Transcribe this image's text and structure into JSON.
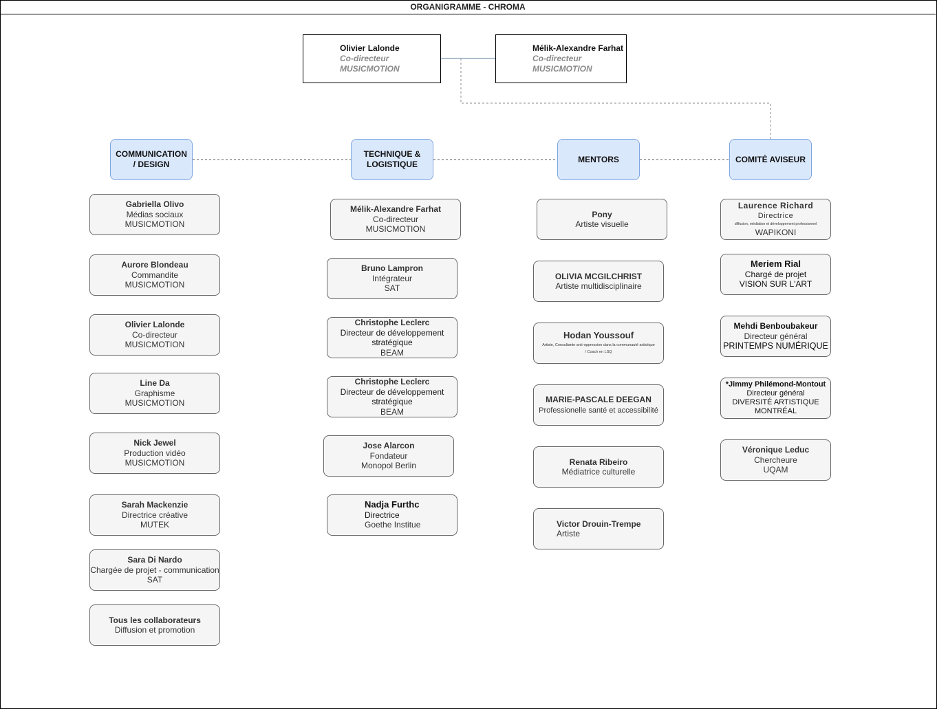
{
  "title": "ORGANIGRAMME - CHROMA",
  "directors": [
    {
      "name": "Olivier Lalonde",
      "role": "Co-directeur",
      "org": "MUSICMOTION"
    },
    {
      "name": "Mélik-Alexandre Farhat",
      "role": "Co-directeur",
      "org": "MUSICMOTION"
    }
  ],
  "columns": [
    {
      "header": "COMMUNICATION / DESIGN",
      "members": [
        {
          "name": "Gabriella Olivo",
          "role": "Médias sociaux",
          "org": "MUSICMOTION"
        },
        {
          "name": "Aurore Blondeau",
          "role": "Commandite",
          "org": "MUSICMOTION"
        },
        {
          "name": "Olivier Lalonde",
          "role": "Co-directeur",
          "org": "MUSICMOTION"
        },
        {
          "name": "Line Da",
          "role": "Graphisme",
          "org": "MUSICMOTION"
        },
        {
          "name": "Nick Jewel",
          "role": "Production vidéo",
          "org": "MUSICMOTION"
        },
        {
          "name": "Sarah Mackenzie",
          "role": "Directrice créative",
          "org": "MUTEK"
        },
        {
          "name": "Sara Di Nardo",
          "role": "Chargée de projet - communication",
          "org": "SAT"
        },
        {
          "name": "Tous les collaborateurs",
          "role": "Diffusion et promotion"
        }
      ]
    },
    {
      "header": "TECHNIQUE & LOGISTIQUE",
      "members": [
        {
          "name": "Mélik-Alexandre Farhat",
          "role": "Co-directeur",
          "org": "MUSICMOTION"
        },
        {
          "name": "Bruno Lampron",
          "role": "Intégrateur",
          "org": "SAT"
        },
        {
          "name": "Christophe Leclerc",
          "role": "Directeur de développement stratégique",
          "org": "BEAM"
        },
        {
          "name": "Christophe Leclerc",
          "role": "Directeur de développement stratégique",
          "org": "BEAM"
        },
        {
          "name": "Jose Alarcon",
          "role": "Fondateur",
          "org": "Monopol Berlin"
        },
        {
          "name": "Nadja Furthc",
          "role": "Directrice",
          "org": "Goethe Institue"
        }
      ]
    },
    {
      "header": "MENTORS",
      "members": [
        {
          "name": "Pony",
          "role": "Artiste visuelle"
        },
        {
          "name": "OLIVIA MCGILCHRIST",
          "role": "Artiste multidisciplinaire"
        },
        {
          "name": "Hodan Youssouf",
          "role": "Artiste, Consultante anti-oppression dans la communauté artistique / Coach en LSQ"
        },
        {
          "name": "MARIE-PASCALE DEEGAN",
          "role": "Professionelle santé et accessibilité"
        },
        {
          "name": "Renata Ribeiro",
          "role": "Médiatrice culturelle"
        },
        {
          "name": "Victor Drouin-Trempe",
          "role": "Artiste"
        }
      ]
    },
    {
      "header": "COMITÉ AVISEUR",
      "members": [
        {
          "name": "Laurence Richard",
          "role": "Directrice",
          "detail": "diffusion, médiation et développement professionnel",
          "org": "WAPIKONI"
        },
        {
          "name": "Meriem Rial",
          "role": "Chargé de projet",
          "org": "VISION SUR L'ART"
        },
        {
          "name": "Mehdi Benboubakeur",
          "role": "Directeur général",
          "org": "PRINTEMPS NUMÉRIQUE"
        },
        {
          "name": "*Jimmy Philémond-Montout",
          "role": "Directeur général",
          "org": "DIVERSITÉ ARTISTIQUE MONTRÉAL"
        },
        {
          "name": "Véronique Leduc",
          "role": "Chercheure",
          "org": "UQAM"
        }
      ]
    }
  ]
}
